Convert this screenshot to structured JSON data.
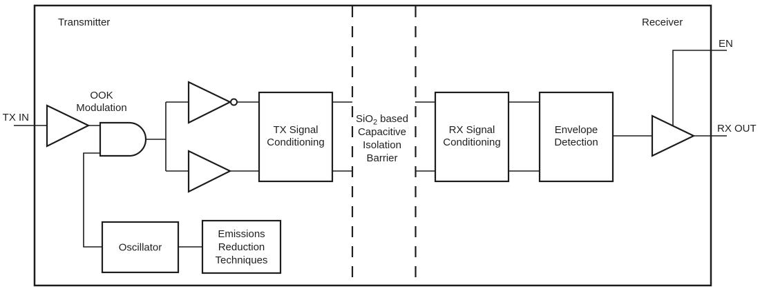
{
  "colors": {
    "line": "#1c1c1c",
    "text": "#1e1e1e",
    "background": "#ffffff"
  },
  "regions": {
    "transmitter_label": "Transmitter",
    "receiver_label": "Receiver"
  },
  "ports": {
    "tx_in": "TX IN",
    "en": "EN",
    "rx_out": "RX OUT"
  },
  "ook": {
    "line1": "OOK",
    "line2": "Modulation"
  },
  "blocks": {
    "tx_signal": {
      "line1": "TX Signal",
      "line2": "Conditioning"
    },
    "rx_signal": {
      "line1": "RX Signal",
      "line2": "Conditioning"
    },
    "envelope": {
      "line1": "Envelope",
      "line2": "Detection"
    },
    "oscillator": {
      "label": "Oscillator"
    },
    "emissions": {
      "line1": "Emissions",
      "line2": "Reduction",
      "line3": "Techniques"
    }
  },
  "barrier": {
    "l1_main": "SiO",
    "l1_sub": "2",
    "l1_rest": "based",
    "l2": "Capacitive",
    "l3": "Isolation",
    "l4": "Barrier"
  }
}
